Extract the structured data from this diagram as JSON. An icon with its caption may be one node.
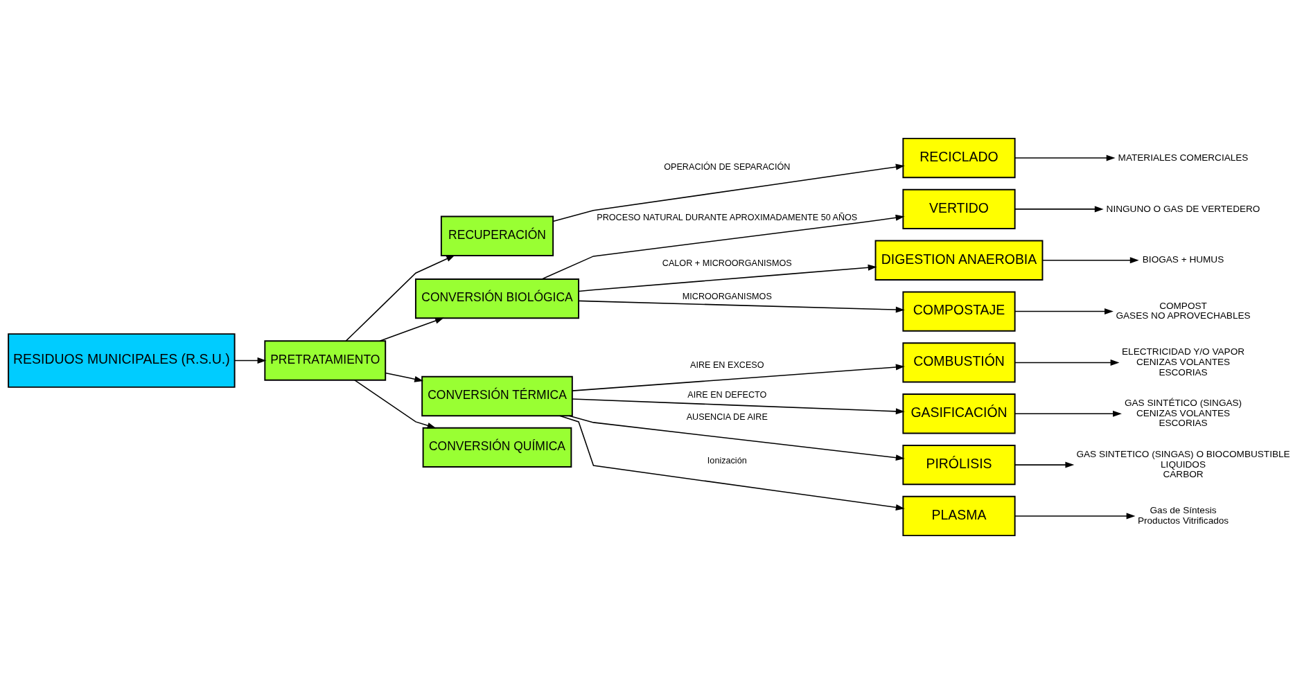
{
  "diagram": {
    "nodes": [
      {
        "text": [
          "RESIDUOS MUNICIPALES (R.S.U.)"
        ]
      },
      {
        "text": [
          "PRETRATAMIENTO"
        ]
      },
      {
        "text": [
          "RECUPERACIÓN"
        ]
      },
      {
        "text": [
          "CONVERSIÓN BIOLÓGICA"
        ]
      },
      {
        "text": [
          "CONVERSIÓN TÉRMICA"
        ]
      },
      {
        "text": [
          "CONVERSIÓN QUÍMICA"
        ]
      },
      {
        "text": [
          "RECICLADO"
        ]
      },
      {
        "text": [
          "VERTIDO"
        ]
      },
      {
        "text": [
          "DIGESTION ANAEROBIA"
        ]
      },
      {
        "text": [
          "COMPOSTAJE"
        ]
      },
      {
        "text": [
          "COMBUSTIÓN"
        ]
      },
      {
        "text": [
          "GASIFICACIÓN"
        ]
      },
      {
        "text": [
          "PIRÓLISIS"
        ]
      },
      {
        "text": [
          "PLASMA"
        ]
      },
      {
        "text": [
          "MATERIALES COMERCIALES"
        ]
      },
      {
        "text": [
          "NINGUNO O GAS DE VERTEDERO"
        ]
      },
      {
        "text": [
          "BIOGAS + HUMUS"
        ]
      },
      {
        "text": [
          "COMPOST",
          "GASES NO APROVECHABLES"
        ]
      },
      {
        "text": [
          "ELECTRICIDAD Y/O VAPOR",
          "CENIZAS VOLANTES",
          "ESCORIAS"
        ]
      },
      {
        "text": [
          "GAS SINTÉTICO (SINGAS)",
          "CENIZAS VOLANTES",
          "ESCORIAS"
        ]
      },
      {
        "text": [
          "GAS SINTETICO (SINGAS) O BIOCOMBUSTIBLE",
          "LIQUIDOS",
          "CARBOR"
        ]
      },
      {
        "text": [
          "Gas de Síntesis",
          "Productos Vitrificados"
        ]
      }
    ],
    "edges": [
      {
        "from": 0,
        "to": 1,
        "arrow": "to"
      },
      {
        "from": 1,
        "to": 2,
        "arrow": "to"
      },
      {
        "from": 1,
        "to": 3,
        "arrow": "to"
      },
      {
        "from": 1,
        "to": 4,
        "arrow": "to"
      },
      {
        "from": 1,
        "to": 5,
        "arrow": "to"
      },
      {
        "from": 2,
        "to": 6,
        "arrow": "to",
        "label": "OPERACIÓN DE SEPARACIÓN"
      },
      {
        "from": 3,
        "to": 7,
        "arrow": "to",
        "label": "PROCESO NATURAL DURANTE APROXIMADAMENTE 50 AÑOS"
      },
      {
        "from": 3,
        "to": 8,
        "arrow": "to",
        "label": "CALOR + MICROORGANISMOS"
      },
      {
        "from": 3,
        "to": 9,
        "arrow": "to",
        "label": "MICROORGANISMOS"
      },
      {
        "from": 4,
        "to": 10,
        "arrow": "to",
        "label": "AIRE EN EXCESO"
      },
      {
        "from": 4,
        "to": 11,
        "arrow": "to",
        "label": "AIRE EN DEFECTO"
      },
      {
        "from": 4,
        "to": 12,
        "arrow": "to",
        "label": "AUSENCIA DE AIRE"
      },
      {
        "from": 4,
        "to": 13,
        "arrow": "to",
        "label": "Ionización"
      },
      {
        "from": 6,
        "to": 14,
        "arrow": "to"
      },
      {
        "from": 7,
        "to": 15,
        "arrow": "to"
      },
      {
        "from": 8,
        "to": 16,
        "arrow": "to"
      },
      {
        "from": 9,
        "to": 17,
        "arrow": "to"
      },
      {
        "from": 10,
        "to": 18,
        "arrow": "to"
      },
      {
        "from": 11,
        "to": 19,
        "arrow": "to"
      },
      {
        "from": 12,
        "to": 20,
        "arrow": "to"
      },
      {
        "from": 13,
        "to": 21,
        "arrow": "to"
      }
    ]
  }
}
